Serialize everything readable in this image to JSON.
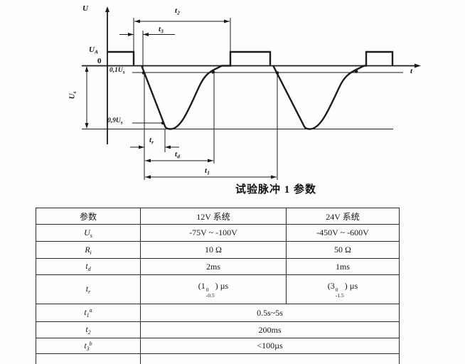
{
  "diagram": {
    "y_axis_label": "U",
    "x_axis_label": "t",
    "origin_label": "0",
    "labels": {
      "ua": {
        "base": "U",
        "sub": "A"
      },
      "p01us": {
        "base": "0,1U",
        "sub": "s"
      },
      "p09us": {
        "base": "0,9U",
        "sub": "s"
      },
      "us": {
        "base": "U",
        "sub": "s"
      },
      "t1": {
        "base": "t",
        "sub": "1"
      },
      "t2": {
        "base": "t",
        "sub": "2"
      },
      "t3": {
        "base": "t",
        "sub": "3"
      },
      "tr": {
        "base": "t",
        "sub": "r"
      },
      "td": {
        "base": "t",
        "sub": "d"
      }
    }
  },
  "title": "试验脉冲 1 参数",
  "table": {
    "headers": [
      "参数",
      "12V 系统",
      "24V 系统"
    ],
    "rows": [
      {
        "param": {
          "base": "U",
          "sub": "s"
        },
        "cells": [
          "-75V ~ -100V",
          "-450V ~ -600V"
        ]
      },
      {
        "param": {
          "base": "R",
          "sub": "i"
        },
        "cells": [
          "10 Ω",
          "50 Ω"
        ]
      },
      {
        "param": {
          "base": "t",
          "sub": "d"
        },
        "cells": [
          "2ms",
          "1ms"
        ]
      },
      {
        "param": {
          "base": "t",
          "sub": "r"
        },
        "cells": [
          {
            "pre": "(1",
            "sup": "0",
            "sub": "-0.5",
            "post": ") µs"
          },
          {
            "pre": "(3",
            "sup": "0",
            "sub": "-1.5",
            "post": ") µs"
          }
        ]
      },
      {
        "param": {
          "base": "t",
          "sub": "1",
          "sup": "a"
        },
        "span": "0.5s~5s"
      },
      {
        "param": {
          "base": "t",
          "sub": "2"
        },
        "span": "200ms"
      },
      {
        "param": {
          "base": "t",
          "sub": "3",
          "sup": "b"
        },
        "span": "<100µs"
      }
    ]
  }
}
